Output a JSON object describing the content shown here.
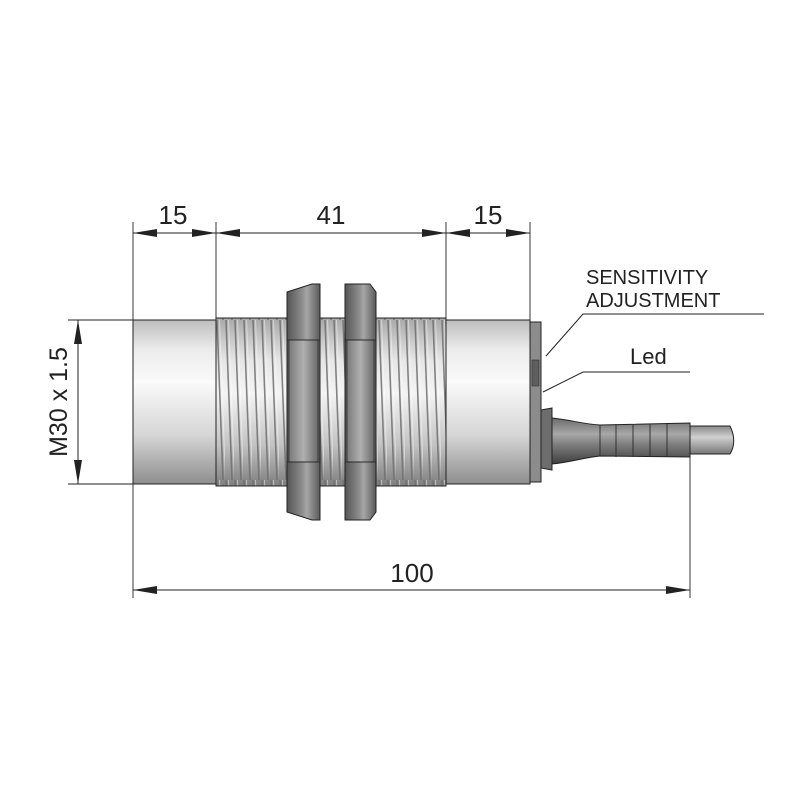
{
  "dimensions": {
    "front_length": "15",
    "thread_length": "41",
    "rear_length": "15",
    "total_length": "100",
    "thread_spec": "M30 x 1.5"
  },
  "callouts": {
    "sensitivity_line1": "SENSITIVITY",
    "sensitivity_line2": "ADJUSTMENT",
    "led": "Led"
  },
  "colors": {
    "line": "#222222",
    "body_light": "#f2f2f2",
    "body_mid": "#d4d4d4",
    "body_dark": "#9a9a9a",
    "nut_dark": "#5a5a5a",
    "nut_mid": "#8a8a8a",
    "cable": "#6e6e6e"
  }
}
